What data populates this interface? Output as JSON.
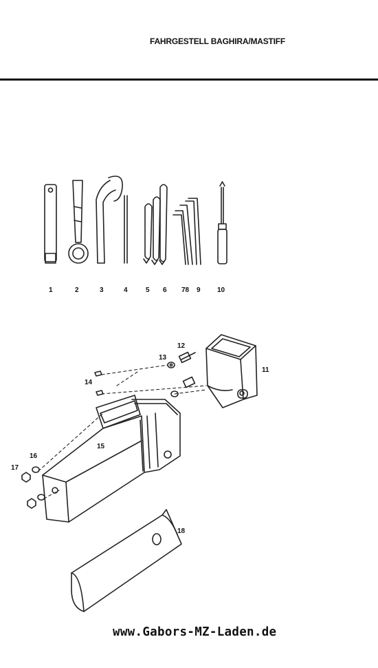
{
  "header": {
    "title": "FAHRGESTELL BAGHIRA/MASTIFF"
  },
  "tools": {
    "numbers": [
      "1",
      "2",
      "3",
      "4",
      "5",
      "6",
      "78",
      "9",
      "10"
    ]
  },
  "parts": {
    "labels": [
      "11",
      "12",
      "13",
      "14",
      "15",
      "16",
      "17",
      "18"
    ]
  },
  "footer": {
    "website": "www.Gabors-MZ-Laden.de"
  }
}
